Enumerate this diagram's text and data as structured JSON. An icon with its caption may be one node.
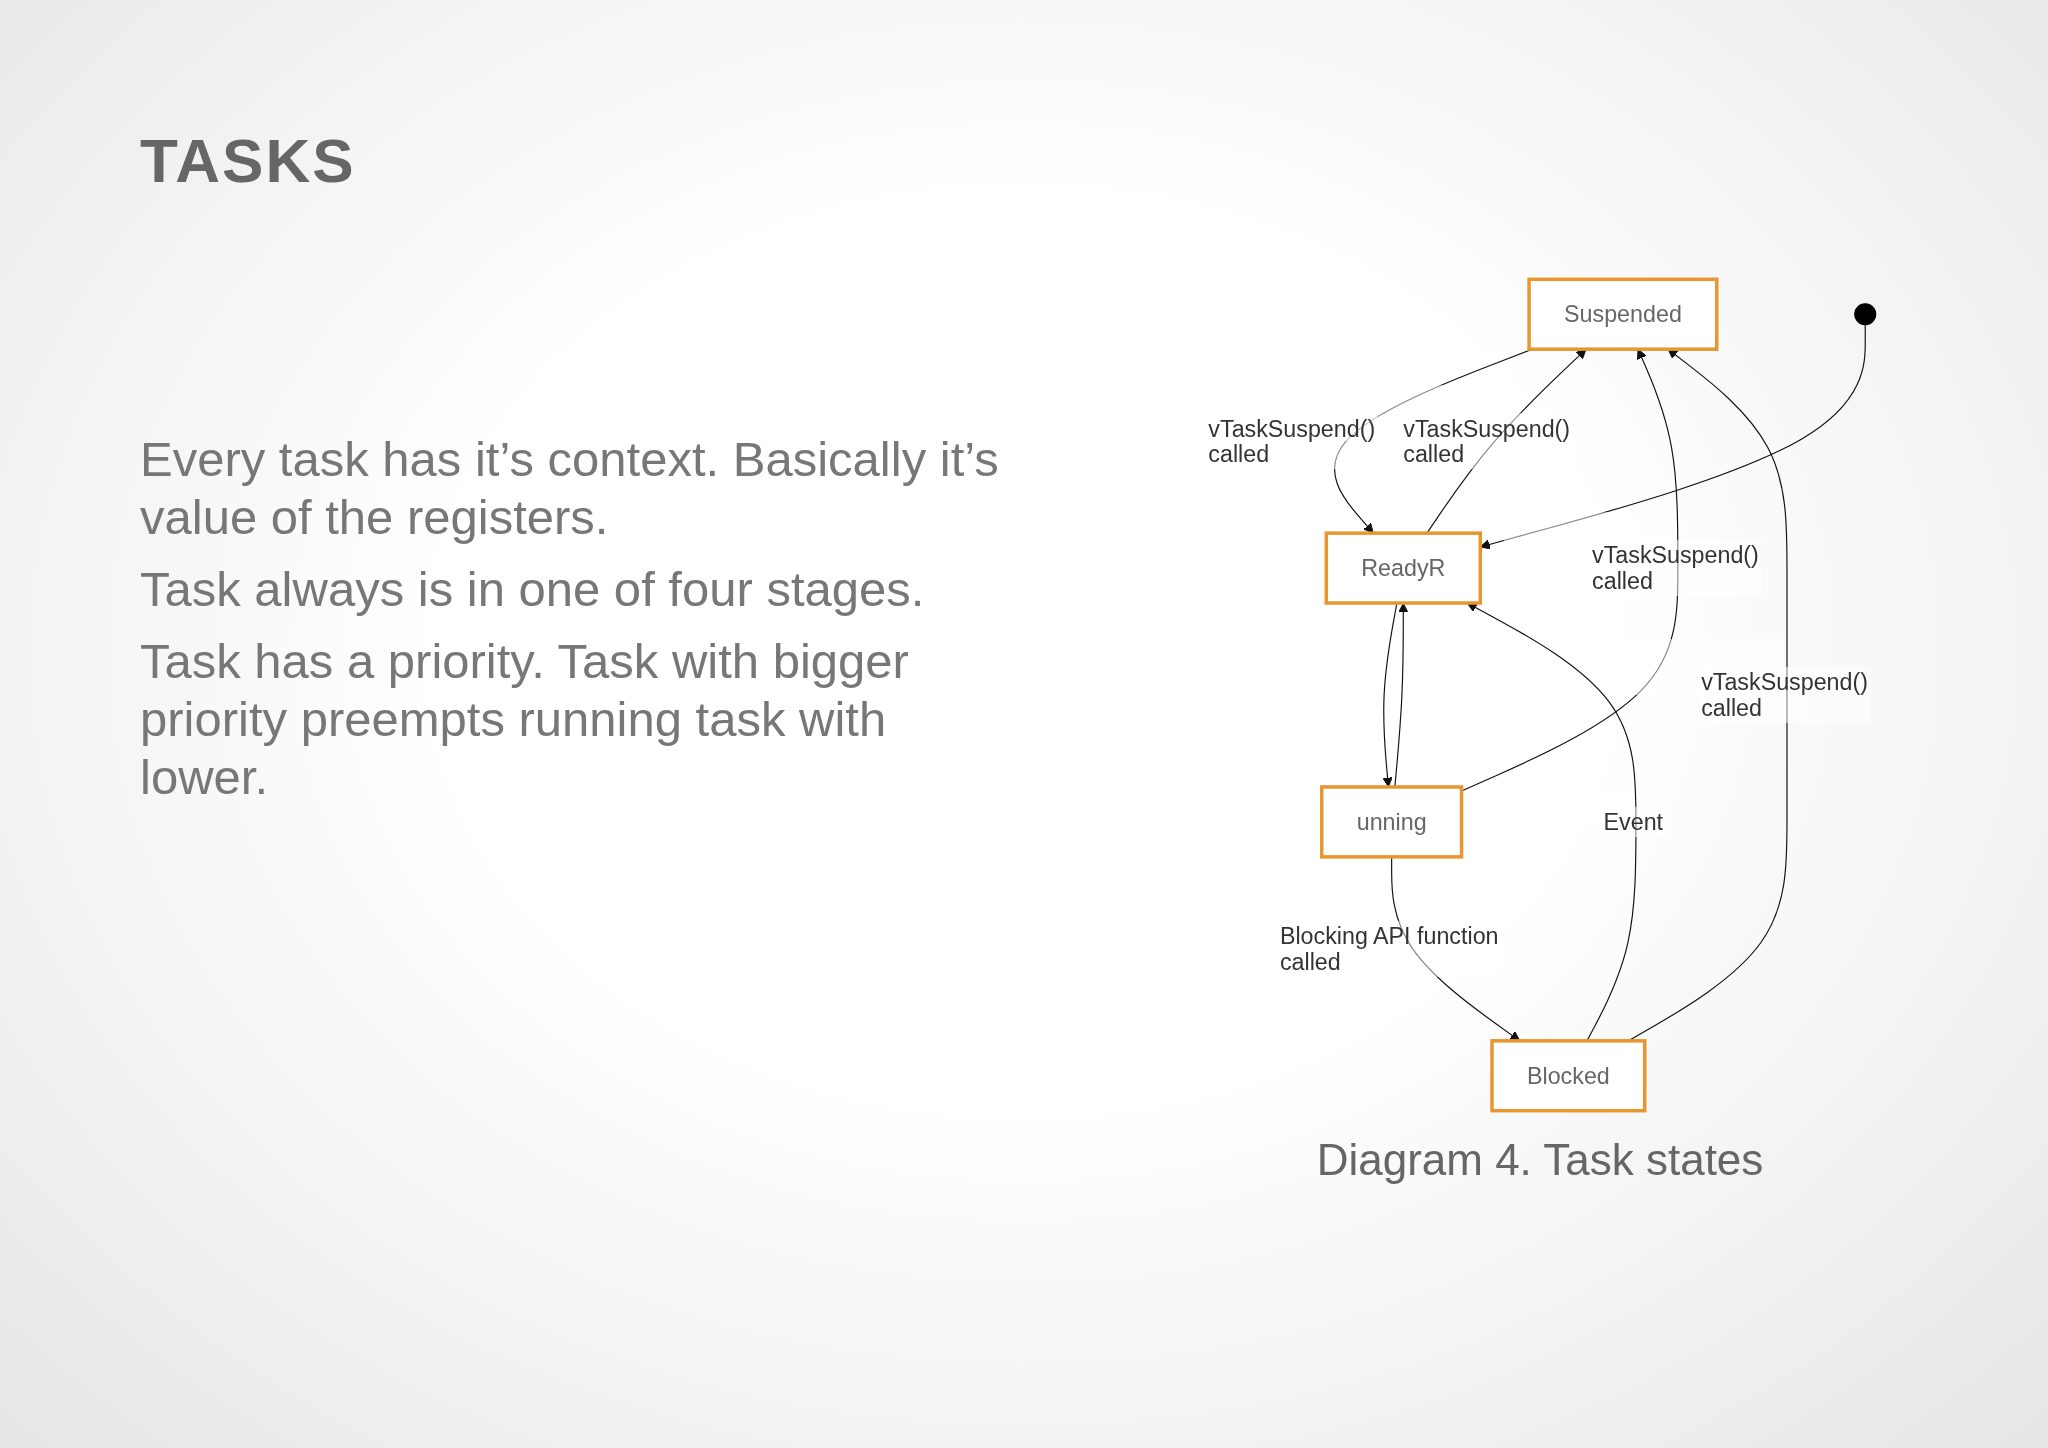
{
  "diagram": {
    "title": "TASKS",
    "caption": "Diagram 4. Task states",
    "nodes": [
      {
        "text": [
          "Suspended"
        ]
      },
      {
        "text": [],
        "shape": "circle"
      },
      {
        "text": [
          "ReadyR"
        ]
      },
      {
        "text": [
          "unning"
        ]
      },
      {
        "text": [
          "Blocked"
        ]
      }
    ],
    "edges": [
      {
        "from": 2,
        "to": 0,
        "arrow": "to",
        "label": "vTaskSuspend() called"
      },
      {
        "from": 0,
        "to": 2,
        "arrow": "to",
        "label": "vTaskSuspend() called"
      },
      {
        "from": 3,
        "to": 0,
        "arrow": "to",
        "label": "vTaskSuspend() called"
      },
      {
        "from": 4,
        "to": 0,
        "arrow": "to",
        "label": "vTaskSuspend() called"
      },
      {
        "from": 1,
        "to": 2,
        "arrow": "to"
      },
      {
        "from": 2,
        "to": 3,
        "arrow": "to"
      },
      {
        "from": 3,
        "to": 2,
        "arrow": "to"
      },
      {
        "from": 4,
        "to": 2,
        "arrow": "to",
        "label": "Event"
      },
      {
        "from": 3,
        "to": 4,
        "arrow": "to",
        "label": "Blocking API function called"
      }
    ],
    "labels": [
      "Every task has it’s context. Basically it’s value of the registers.",
      "Task always is in one of four stages.",
      "Task has a priority. Task with bigger priority preempts running task with lower."
    ]
  }
}
